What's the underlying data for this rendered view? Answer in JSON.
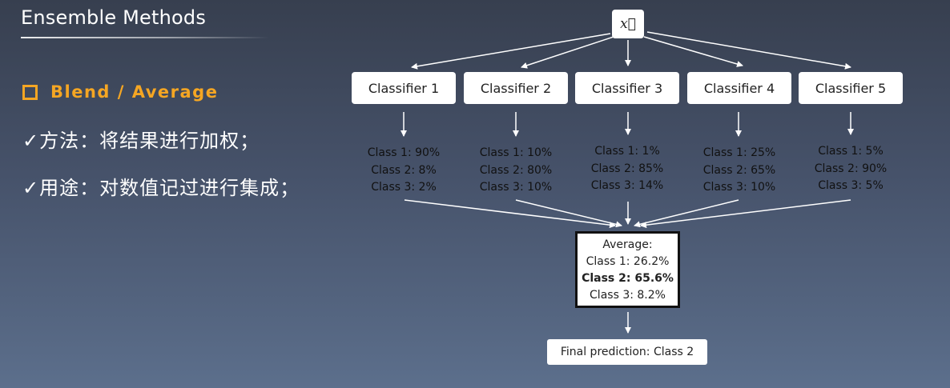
{
  "slide": {
    "title": "Ensemble Methods",
    "section_heading": "Blend / Average",
    "bullets": [
      "✓方法：将结果进行加权；",
      "✓用途：对数值记过进行集成；"
    ]
  },
  "diagram": {
    "input_node": "x⃗",
    "classifiers": [
      {
        "label": "Classifier 1",
        "probs": [
          "Class 1: 90%",
          "Class 2: 8%",
          "Class 3: 2%"
        ]
      },
      {
        "label": "Classifier 2",
        "probs": [
          "Class 1: 10%",
          "Class 2: 80%",
          "Class 3: 10%"
        ]
      },
      {
        "label": "Classifier 3",
        "probs": [
          "Class 1: 1%",
          "Class 2: 85%",
          "Class 3: 14%"
        ]
      },
      {
        "label": "Classifier 4",
        "probs": [
          "Class 1: 25%",
          "Class 2: 65%",
          "Class 3: 10%"
        ]
      },
      {
        "label": "Classifier 5",
        "probs": [
          "Class 1: 5%",
          "Class 2: 90%",
          "Class 3: 5%"
        ]
      }
    ],
    "average": {
      "heading": "Average:",
      "lines": [
        "Class 1: 26.2%",
        "Class 2: 65.6%",
        "Class 3: 8.2%"
      ],
      "highlighted_line": 1
    },
    "final": "Final prediction: Class 2"
  },
  "colors": {
    "accent": "#f5a623",
    "background_top": "#373f4f",
    "background_bottom": "#5c6f8c",
    "box_fill": "#ffffff",
    "arrow": "#ffffff"
  }
}
